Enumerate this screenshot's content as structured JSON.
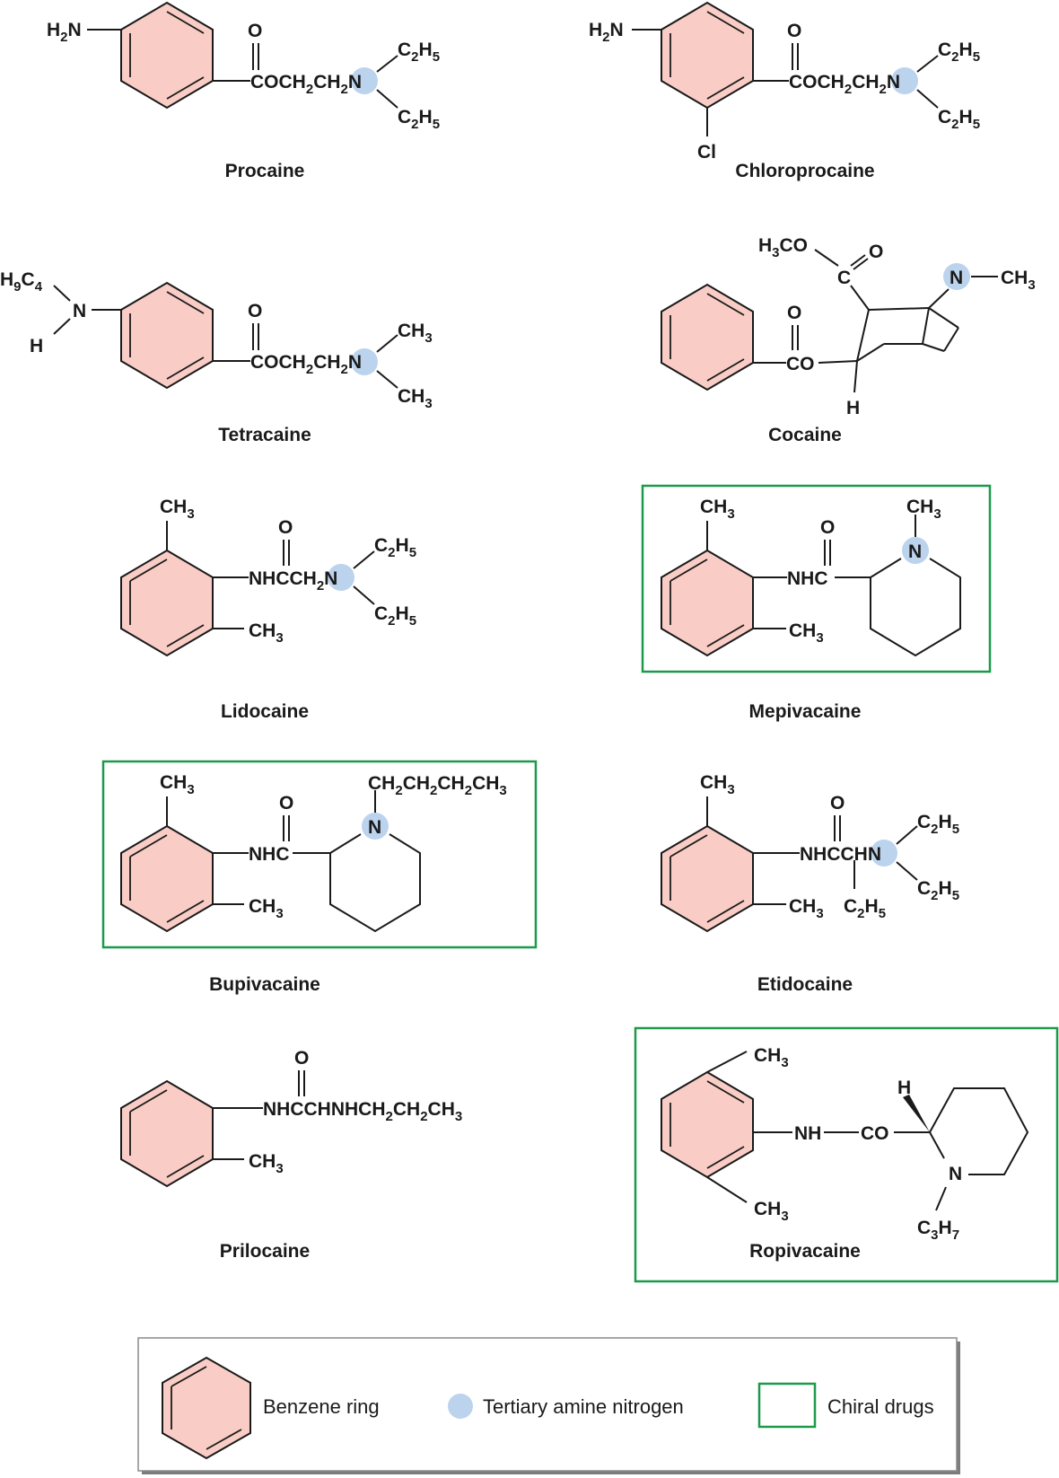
{
  "drugs": {
    "procaine": {
      "name": "Procaine",
      "labels": {
        "amino": "H2N",
        "carbonyl_o": "O",
        "chain": "COCH2CH2N",
        "ethyl_top": "C2H5",
        "ethyl_bottom": "C2H5"
      }
    },
    "chloroprocaine": {
      "name": "Chloroprocaine",
      "labels": {
        "amino": "H2N",
        "chloro": "Cl",
        "carbonyl_o": "O",
        "chain": "COCH2CH2N",
        "ethyl_top": "C2H5",
        "ethyl_bottom": "C2H5"
      }
    },
    "tetracaine": {
      "name": "Tetracaine",
      "labels": {
        "butyl": "H9C4",
        "amine_n": "N",
        "amine_h": "H",
        "carbonyl_o": "O",
        "chain": "COCH2CH2N",
        "methyl_top": "CH3",
        "methyl_bottom": "CH3"
      }
    },
    "cocaine": {
      "name": "Cocaine",
      "labels": {
        "methoxy": "H3CO",
        "ester_c": "C",
        "ester_o": "O",
        "n": "N",
        "n_methyl": "CH3",
        "carbonyl_o": "O",
        "co": "CO",
        "h": "H"
      }
    },
    "lidocaine": {
      "name": "Lidocaine",
      "labels": {
        "methyl_top": "CH3",
        "methyl_bottom": "CH3",
        "carbonyl_o": "O",
        "chain": "NHCCH2N",
        "ethyl_top": "C2H5",
        "ethyl_bottom": "C2H5"
      }
    },
    "mepivacaine": {
      "name": "Mepivacaine",
      "labels": {
        "methyl_top": "CH3",
        "methyl_bottom": "CH3",
        "carbonyl_o": "O",
        "nhc": "NHC",
        "n": "N",
        "n_methyl": "CH3"
      }
    },
    "bupivacaine": {
      "name": "Bupivacaine",
      "labels": {
        "methyl_top": "CH3",
        "methyl_bottom": "CH3",
        "carbonyl_o": "O",
        "nhc": "NHC",
        "n": "N",
        "butyl": "CH2CH2CH2CH3"
      }
    },
    "etidocaine": {
      "name": "Etidocaine",
      "labels": {
        "methyl_top": "CH3",
        "methyl_bottom": "CH3",
        "carbonyl_o": "O",
        "chain": "NHCCHN",
        "ethyl_side": "C2H5",
        "ethyl_top": "C2H5",
        "ethyl_bottom": "C2H5"
      }
    },
    "prilocaine": {
      "name": "Prilocaine",
      "labels": {
        "methyl_bottom": "CH3",
        "carbonyl_o": "O",
        "chain": "NHCCHNHCH2CH2CH3"
      }
    },
    "ropivacaine": {
      "name": "Ropivacaine",
      "labels": {
        "methyl_top": "CH3",
        "methyl_bottom": "CH3",
        "nh": "NH",
        "co": "CO",
        "h": "H",
        "n": "N",
        "propyl": "C3H7"
      }
    }
  },
  "legend": {
    "benzene": "Benzene ring",
    "amine": "Tertiary amine nitrogen",
    "chiral": "Chiral drugs"
  },
  "colors": {
    "benzene_fill": "#f9cdc6",
    "amine_fill": "#bcd3ee",
    "chiral_border": "#1c9a4a"
  }
}
